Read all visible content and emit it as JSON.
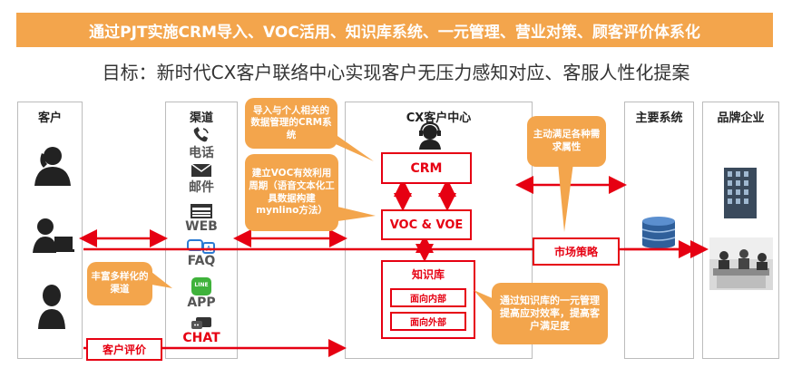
{
  "banner": "通过PJT实施CRM导入、VOC活用、知识库系统、一元管理、营业对策、顾客评价体系化",
  "subtitle": "目标：新时代CX客户联络中心实现客户无压力感知对应、客服人性化提案",
  "columns": {
    "customer": "客户",
    "channel": "渠道",
    "cx_center": "CX客户中心",
    "main_system": "主要系统",
    "brand": "品牌企业"
  },
  "channels": {
    "phone": "电话",
    "mail": "邮件",
    "web": "WEB",
    "faq": "FAQ",
    "app": "APP",
    "chat": "CHAT",
    "line_icon_text": "LINE"
  },
  "boxes": {
    "crm": "CRM",
    "voc": "VOC & VOE",
    "kb": "知识库",
    "kb_internal": "面向内部",
    "kb_external": "面向外部",
    "market": "市场策略",
    "evaluation": "客户评价"
  },
  "bubbles": {
    "b1": "导入与个人相关的数据管理的CRM系统",
    "b2": "建立VOC有效利用周期（语音文本化工具数据构建mynlino方法）",
    "b3": "主动满足各种需求属性",
    "b4": "丰富多样化的渠道",
    "b5": "通过知识库的一元管理提高应对效率，提高客户满足度"
  },
  "colors": {
    "accent": "#f3a54c",
    "red": "#e60012",
    "border": "#bcbcbc"
  }
}
